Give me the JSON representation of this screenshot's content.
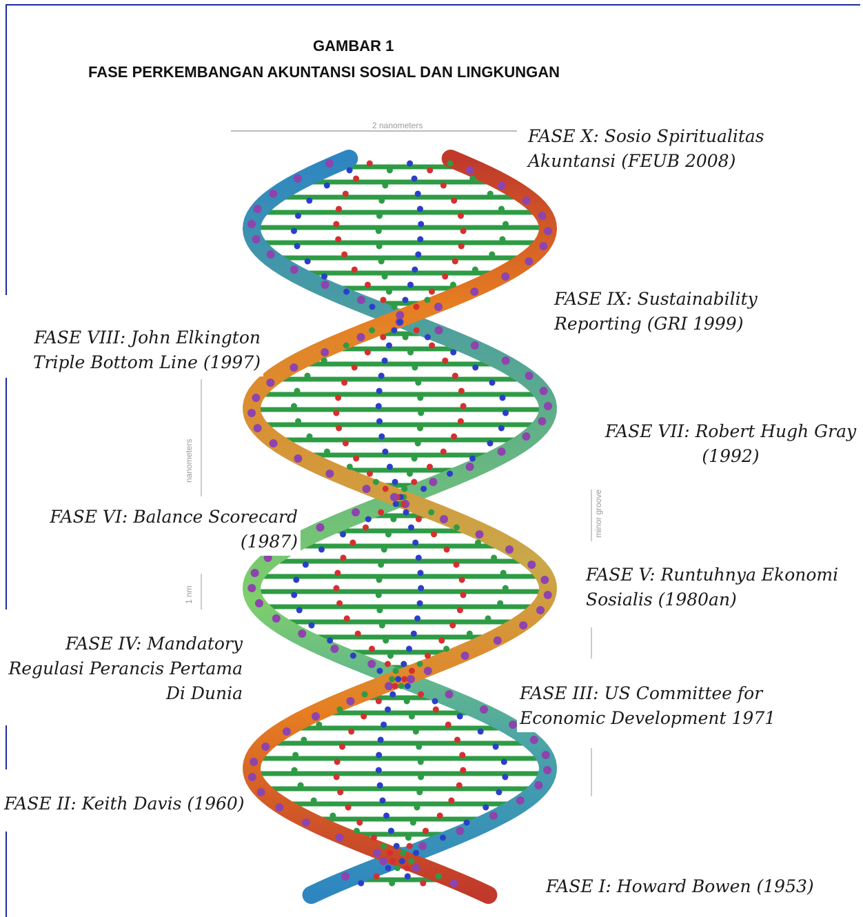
{
  "figure": {
    "number": "GAMBAR 1",
    "title": "FASE PERKEMBANGAN AKUNTANSI SOSIAL DAN LINGKUNGAN"
  },
  "scale_labels": {
    "top": "2 nanometers",
    "left": "nanometers",
    "left_small": "1 nm",
    "right": "minor groove"
  },
  "phases": [
    {
      "id": "fase-x",
      "lines": [
        "FASE X: Sosio Spiritualitas",
        "Akuntansi (FEUB 2008)"
      ]
    },
    {
      "id": "fase-ix",
      "lines": [
        "FASE IX: Sustainability",
        "Reporting (GRI 1999)"
      ]
    },
    {
      "id": "fase-viii",
      "lines": [
        "FASE VIII: John Elkington",
        "Triple Bottom Line (1997)"
      ]
    },
    {
      "id": "fase-vii",
      "lines": [
        "FASE VII: Robert Hugh Gray",
        "(1992)"
      ]
    },
    {
      "id": "fase-vi",
      "lines": [
        "FASE VI: Balance Scorecard",
        "(1987)"
      ]
    },
    {
      "id": "fase-v",
      "lines": [
        "FASE V: Runtuhnya Ekonomi",
        "Sosialis (1980an)"
      ]
    },
    {
      "id": "fase-iv",
      "lines": [
        "FASE IV: Mandatory",
        "Regulasi Perancis Pertama",
        "Di Dunia"
      ]
    },
    {
      "id": "fase-iii",
      "lines": [
        "FASE III: US Committee for",
        "Economic Development 1971"
      ]
    },
    {
      "id": "fase-ii",
      "lines": [
        "FASE II: Keith Davis (1960)"
      ]
    },
    {
      "id": "fase-i",
      "lines": [
        "FASE I: Howard Bowen (1953)"
      ]
    }
  ],
  "colors": {
    "border": "#1b2a9c",
    "strand_a_start": "#c0392b",
    "strand_a_end": "#e67e22",
    "strand_b_start": "#2e86c1",
    "strand_b_end": "#7fcf6a",
    "atom_carbon": "#2e9b45",
    "atom_oxygen": "#d62f2f",
    "atom_nitrogen": "#2a3fc9",
    "atom_phosphorus": "#8e44ad"
  }
}
